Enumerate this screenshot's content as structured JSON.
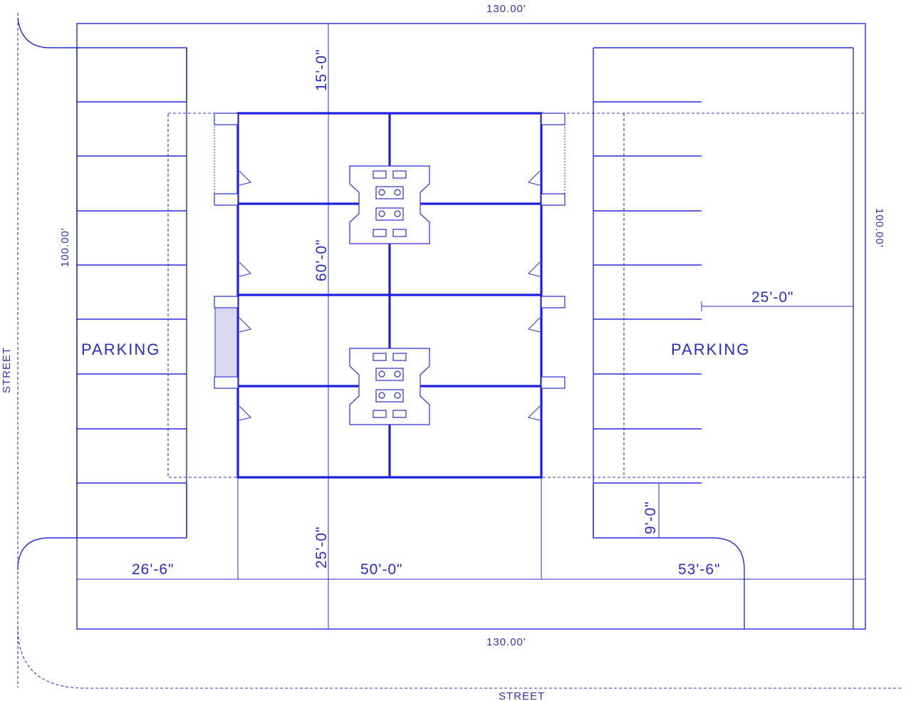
{
  "labels": {
    "street_left": "STREET",
    "street_bottom": "STREET",
    "parking_left": "PARKING",
    "parking_right": "PARKING"
  },
  "dimensions": {
    "top_width": "130.00'",
    "bottom_width": "130.00'",
    "left_depth": "100.00'",
    "right_depth": "100.00'",
    "front_setback": "15'-0\"",
    "building_depth": "60'-0\"",
    "rear_setback": "25'-0\"",
    "left_offset": "26'-6\"",
    "building_width": "50'-0\"",
    "right_offset": "53'-6\"",
    "parking_depth": "25'-0\"",
    "stall_width": "9'-0\""
  },
  "colors": {
    "line": "#2b2bd6",
    "building": "#1e1ee0",
    "text": "#2a2acc"
  }
}
